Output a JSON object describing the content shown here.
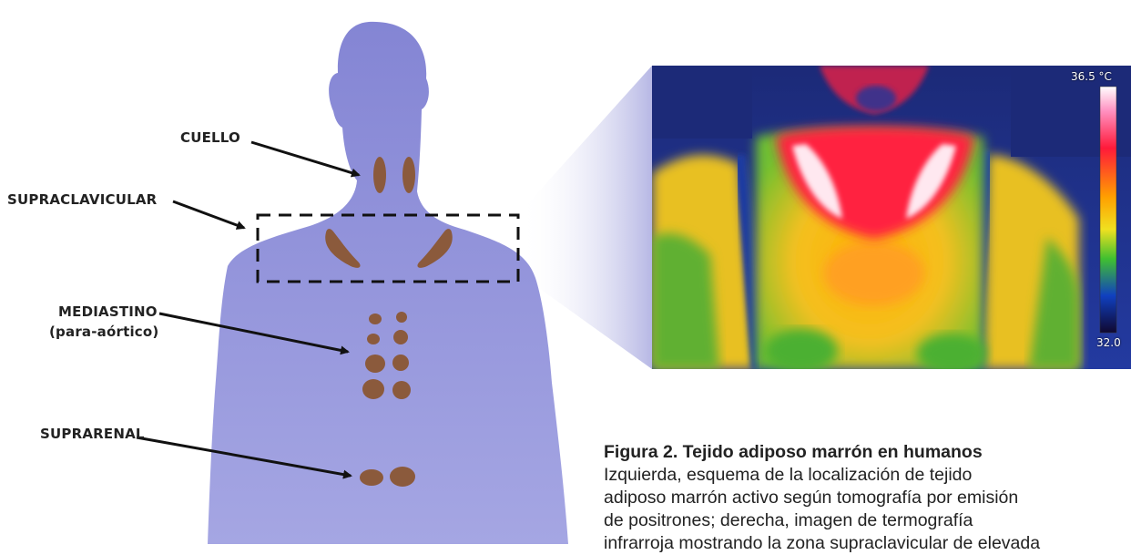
{
  "labels": {
    "neck": "CUELLO",
    "supraclavicular": "SUPRACLAVICULAR",
    "mediastinum": "MEDIASTINO",
    "mediastinum_sub": "(para-aórtico)",
    "suprarenal": "SUPRARENAL"
  },
  "thermal": {
    "scale_max": "36.5 °C",
    "scale_min": "32.0"
  },
  "caption": {
    "title": "Figura 2. Tejido adiposo marrón en humanos",
    "lines": [
      "Izquierda, esquema de la localización de tejido",
      "adiposo marrón activo según tomografía por emisión",
      "de positrones; derecha, imagen de termografía",
      "infrarroja mostrando la zona supraclavicular de elevada"
    ]
  },
  "colors": {
    "silhouette": "#8f90d8",
    "fat_deposit": "#8b5a3c",
    "label_text": "#222222"
  }
}
